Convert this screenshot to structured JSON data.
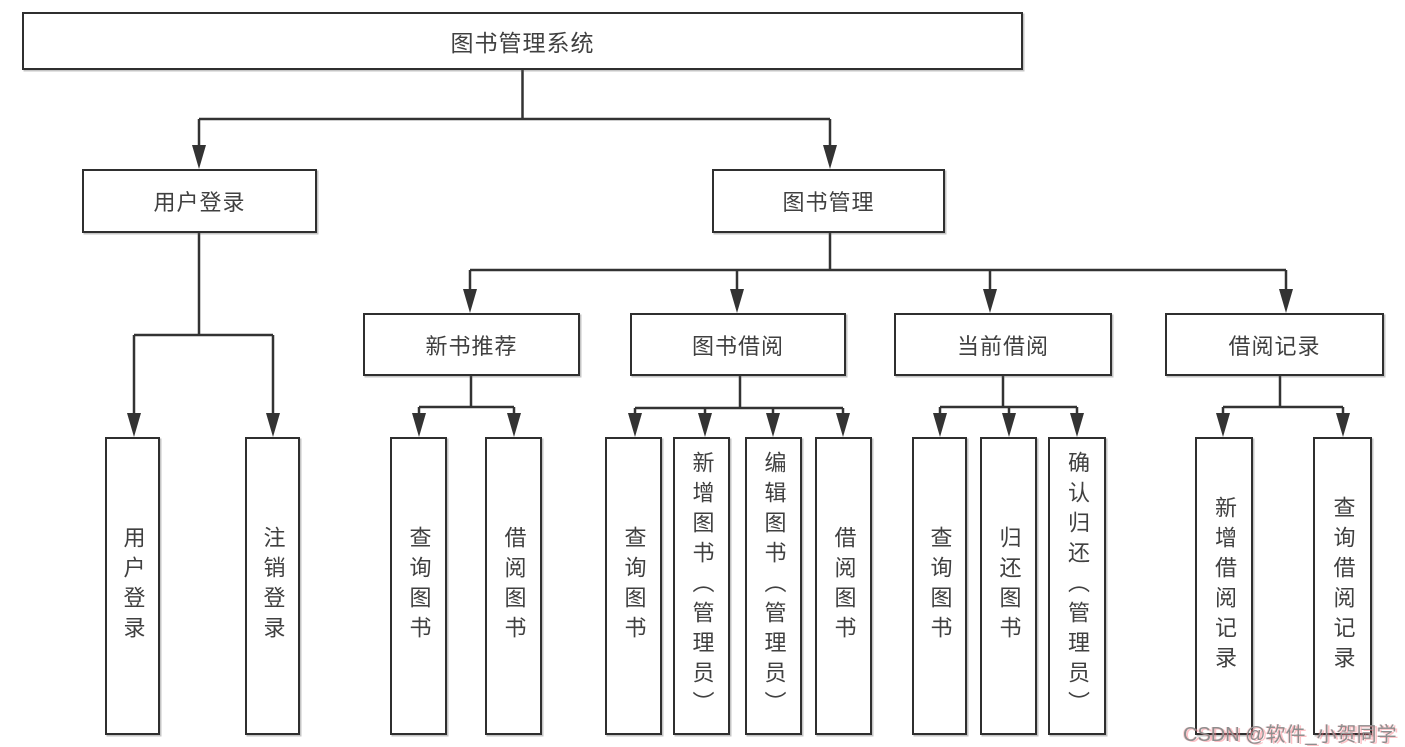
{
  "nodes": {
    "root": {
      "label": "图书管理系统"
    },
    "level2": [
      {
        "label": "用户登录"
      },
      {
        "label": "图书管理"
      }
    ],
    "level3": [
      {
        "label": "新书推荐",
        "parent": "图书管理"
      },
      {
        "label": "图书借阅",
        "parent": "图书管理"
      },
      {
        "label": "当前借阅",
        "parent": "图书管理"
      },
      {
        "label": "借阅记录",
        "parent": "图书管理"
      }
    ],
    "leaves": [
      {
        "label": "用户登录",
        "parent": "用户登录"
      },
      {
        "label": "注销登录",
        "parent": "用户登录"
      },
      {
        "label": "查询图书",
        "parent": "新书推荐"
      },
      {
        "label": "借阅图书",
        "parent": "新书推荐"
      },
      {
        "label": "查询图书",
        "parent": "图书借阅"
      },
      {
        "label": "新增图书（管理员）",
        "parent": "图书借阅"
      },
      {
        "label": "编辑图书（管理员）",
        "parent": "图书借阅"
      },
      {
        "label": "借阅图书",
        "parent": "图书借阅"
      },
      {
        "label": "查询图书",
        "parent": "当前借阅"
      },
      {
        "label": "归还图书",
        "parent": "当前借阅"
      },
      {
        "label": "确认归还（管理员）",
        "parent": "当前借阅"
      },
      {
        "label": "新增借阅记录",
        "parent": "借阅记录"
      },
      {
        "label": "查询借阅记录",
        "parent": "借阅记录"
      }
    ]
  },
  "watermark": {
    "text": "CSDN @软件_小贺同学"
  },
  "colors": {
    "line": "#333333",
    "box_border": "#2f2f2f",
    "text": "#404040",
    "background": "#ffffff",
    "watermark_text": "#8e8e8e",
    "watermark_accent": "#fa7882"
  }
}
